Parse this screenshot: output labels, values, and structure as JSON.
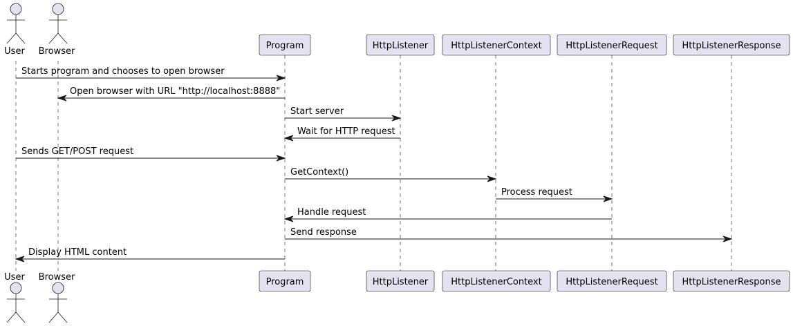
{
  "participants": [
    {
      "id": "user",
      "label": "User",
      "kind": "actor"
    },
    {
      "id": "browser",
      "label": "Browser",
      "kind": "actor"
    },
    {
      "id": "program",
      "label": "Program",
      "kind": "participant"
    },
    {
      "id": "httplistener",
      "label": "HttpListener",
      "kind": "participant"
    },
    {
      "id": "httplistenercontext",
      "label": "HttpListenerContext",
      "kind": "participant"
    },
    {
      "id": "httplistenerrequest",
      "label": "HttpListenerRequest",
      "kind": "participant"
    },
    {
      "id": "httplistenerresponse",
      "label": "HttpListenerResponse",
      "kind": "participant"
    }
  ],
  "messages": [
    {
      "from": "user",
      "to": "program",
      "label": "Starts program and chooses to open browser"
    },
    {
      "from": "program",
      "to": "browser",
      "label": "Open browser with URL \"http://localhost:8888\""
    },
    {
      "from": "program",
      "to": "httplistener",
      "label": "Start server"
    },
    {
      "from": "httplistener",
      "to": "program",
      "label": "Wait for HTTP request"
    },
    {
      "from": "user",
      "to": "program",
      "label": "Sends GET/POST request"
    },
    {
      "from": "program",
      "to": "httplistenercontext",
      "label": "GetContext()"
    },
    {
      "from": "httplistenercontext",
      "to": "httplistenerrequest",
      "label": "Process request"
    },
    {
      "from": "httplistenerrequest",
      "to": "program",
      "label": "Handle request"
    },
    {
      "from": "program",
      "to": "httplistenerresponse",
      "label": "Send response"
    },
    {
      "from": "program",
      "to": "user",
      "label": "Display HTML content"
    }
  ],
  "colors": {
    "participant_fill": "#E2E2F0",
    "line": "#181818"
  }
}
